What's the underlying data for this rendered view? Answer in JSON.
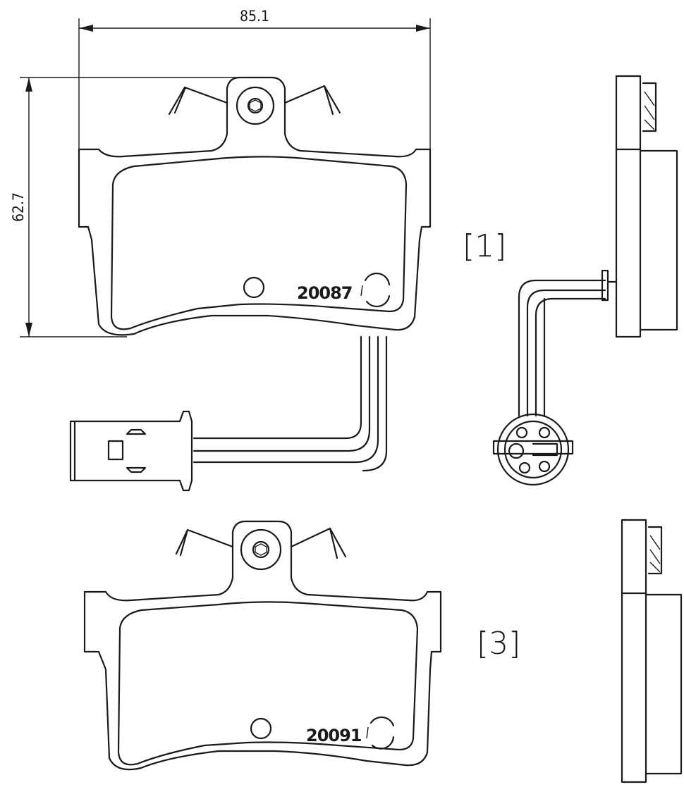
{
  "dimensions": {
    "width_label": "85.1",
    "height_label": "62.7"
  },
  "parts": [
    {
      "ref_label": "[1]",
      "part_code": "20087",
      "has_wear_sensor": true
    },
    {
      "ref_label": "[3]",
      "part_code": "20091",
      "has_wear_sensor": false
    }
  ],
  "colors": {
    "ink": "#1a1a1a",
    "background": "#ffffff"
  }
}
